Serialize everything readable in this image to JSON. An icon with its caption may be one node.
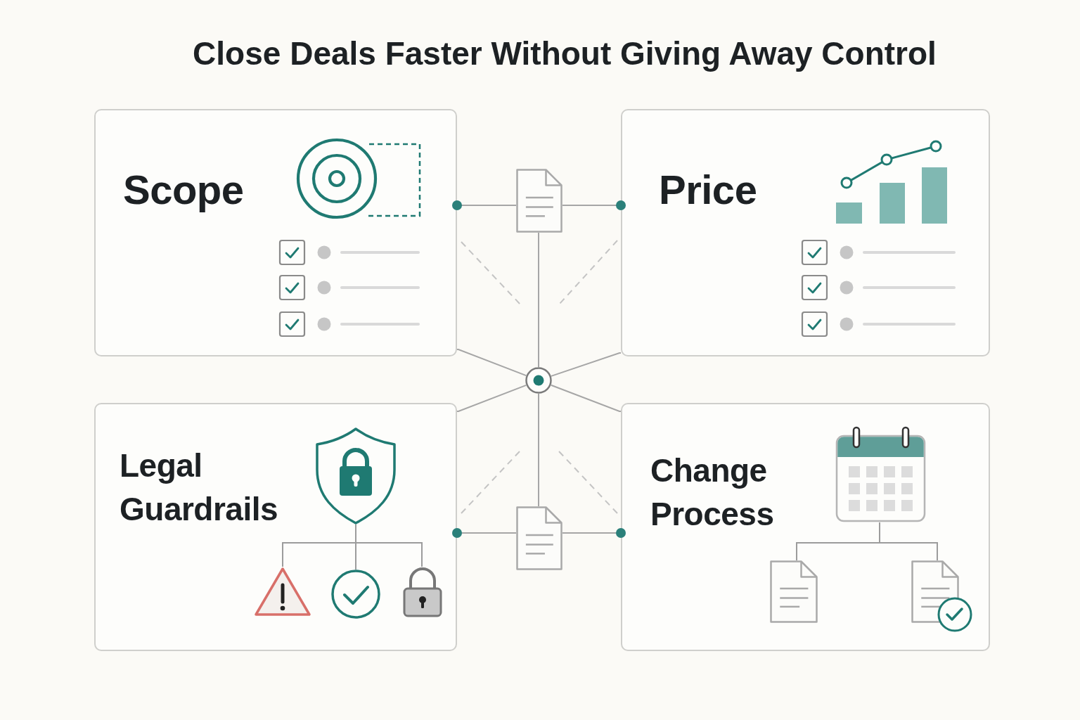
{
  "diagram": {
    "title": "Close Deals Faster Without Giving Away Control",
    "nodes": [
      {
        "text": [
          "Scope"
        ]
      },
      {
        "text": [],
        "shape": "document"
      },
      {
        "text": [
          "Price"
        ]
      },
      {
        "text": [],
        "shape": "circle"
      },
      {
        "text": [
          "Legal Guardrails"
        ]
      },
      {
        "text": [],
        "shape": "shield",
        "in": 4
      },
      {
        "text": [],
        "shape": "triangle",
        "in": 4
      },
      {
        "text": [],
        "shape": "circle",
        "in": 4
      },
      {
        "text": [],
        "shape": "padlock",
        "in": 4
      },
      {
        "text": [],
        "shape": "document"
      },
      {
        "text": [
          "Change Process"
        ]
      },
      {
        "text": [],
        "shape": "calendar",
        "in": 10
      },
      {
        "text": [],
        "shape": "document",
        "in": 10
      },
      {
        "text": [],
        "shape": "document",
        "in": 10
      }
    ],
    "edges": [
      {
        "from": 0,
        "to": 1,
        "arrow": "other"
      },
      {
        "from": 2,
        "to": 1,
        "arrow": "other"
      },
      {
        "from": 1,
        "to": 3,
        "arrow": "none"
      },
      {
        "from": 0,
        "to": 3,
        "arrow": "none"
      },
      {
        "from": 2,
        "to": 3,
        "arrow": "none"
      },
      {
        "from": 4,
        "to": 3,
        "arrow": "none"
      },
      {
        "from": 10,
        "to": 3,
        "arrow": "none"
      },
      {
        "from": 3,
        "to": 9,
        "arrow": "none"
      },
      {
        "from": 4,
        "to": 9,
        "arrow": "other"
      },
      {
        "from": 10,
        "to": 9,
        "arrow": "other"
      },
      {
        "from": 5,
        "to": 6,
        "arrow": "none"
      },
      {
        "from": 5,
        "to": 7,
        "arrow": "none"
      },
      {
        "from": 5,
        "to": 8,
        "arrow": "none"
      },
      {
        "from": 11,
        "to": 12,
        "arrow": "none"
      },
      {
        "from": 11,
        "to": 13,
        "arrow": "none"
      }
    ]
  }
}
